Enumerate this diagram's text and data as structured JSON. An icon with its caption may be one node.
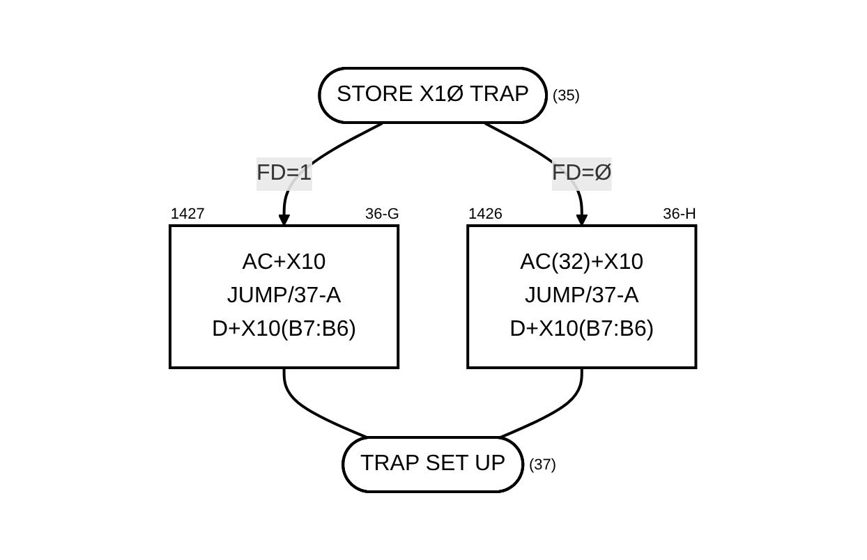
{
  "diagram": {
    "nodes": [
      {
        "text": [
          "STORE X1Ø TRAP"
        ],
        "beside": [
          "(35)"
        ]
      },
      {
        "text": [
          "AC+X10",
          "JUMP/37-A",
          "D+X10(B7:B6)"
        ],
        "beside": [
          "1427",
          "36-G"
        ]
      },
      {
        "text": [
          "AC(32)+X10",
          "JUMP/37-A",
          "D+X10(B7:B6)"
        ],
        "beside": [
          "1426",
          "36-H"
        ]
      },
      {
        "text": [
          "TRAP SET UP"
        ],
        "beside": [
          "(37)"
        ]
      }
    ],
    "edges": [
      {
        "from": 0,
        "to": 1,
        "arrow": "to",
        "label": "FD=1"
      },
      {
        "from": 0,
        "to": 2,
        "arrow": "to",
        "label": "FD=Ø"
      },
      {
        "from": 1,
        "to": 3,
        "arrow": "none"
      },
      {
        "from": 2,
        "to": 3,
        "arrow": "none"
      }
    ]
  }
}
